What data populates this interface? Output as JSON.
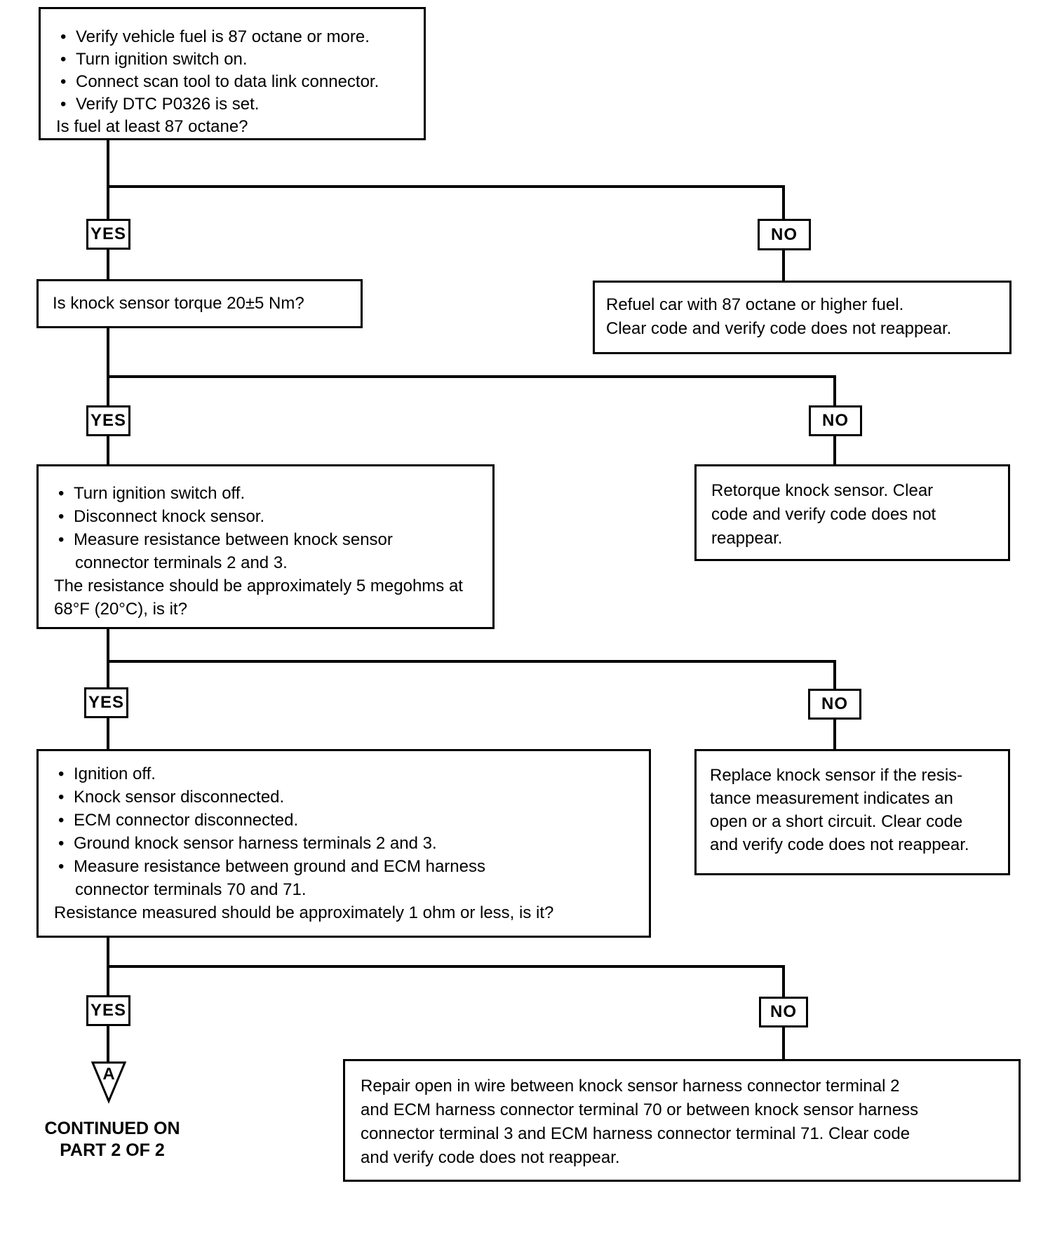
{
  "diagram": {
    "bullet": "•",
    "yes": "YES",
    "no": "NO"
  },
  "nodes": {
    "start": {
      "lines": [
        "Verify vehicle fuel is 87 octane or more.",
        "Turn ignition switch on.",
        "Connect scan tool to data link connector.",
        "Verify DTC P0326 is set.",
        "Is fuel at least 87 octane?"
      ]
    },
    "torque_question": {
      "text": "Is knock sensor torque 20±5 Nm?"
    },
    "refuel": {
      "lines": [
        "Refuel car with 87 octane or higher fuel.",
        "Clear code and verify code does not reappear."
      ]
    },
    "sensor_resistance": {
      "lines": [
        "Turn ignition switch off.",
        "Disconnect knock sensor.",
        "Measure resistance between knock sensor",
        "connector terminals 2 and 3.",
        "The resistance should be approximately 5 megohms at",
        "68°F (20°C), is it?"
      ]
    },
    "retorque": {
      "lines": [
        "Retorque knock sensor. Clear",
        "code and verify code does not",
        "reappear."
      ]
    },
    "ecm_resistance": {
      "lines": [
        "Ignition off.",
        "Knock sensor disconnected.",
        "ECM connector disconnected.",
        "Ground knock sensor harness terminals 2 and 3.",
        "Measure resistance between ground and ECM harness",
        "connector terminals 70 and 71.",
        "Resistance measured should be approximately 1 ohm or less, is it?"
      ]
    },
    "replace_sensor": {
      "lines": [
        "Replace knock sensor if the resis-",
        "tance measurement indicates an",
        "open or a short circuit. Clear code",
        "and verify code does not reappear."
      ]
    },
    "repair_wire": {
      "lines": [
        "Repair open in wire between knock sensor harness connector terminal 2",
        "and ECM harness connector terminal 70 or between knock sensor harness",
        "connector terminal 3 and ECM harness connector terminal 71. Clear code",
        "and verify code does not reappear."
      ]
    },
    "continued": {
      "marker": "A",
      "lines": [
        "CONTINUED ON",
        "PART 2 OF 2"
      ]
    }
  }
}
